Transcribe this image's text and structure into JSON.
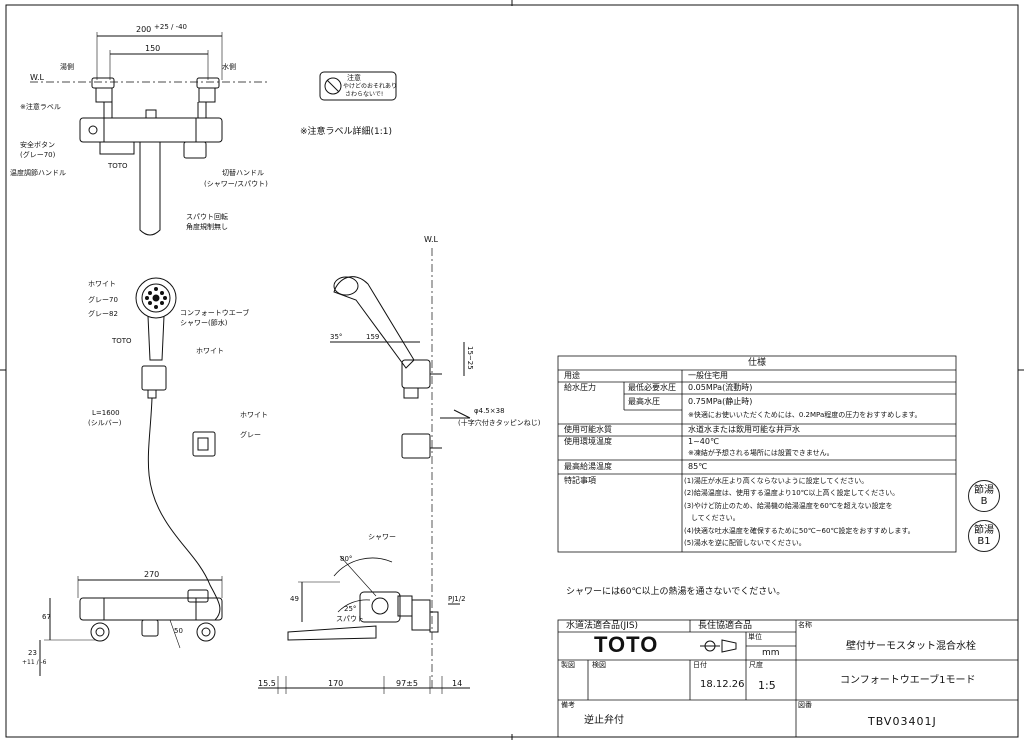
{
  "top_view": {
    "wl": "W.L",
    "dim_200": "200",
    "dim_200_tol": "+25 / -40",
    "dim_150": "150",
    "hot_side": "湯側",
    "cold_side": "水側",
    "caution_label": "※注意ラベル",
    "safety_button": "安全ボタン",
    "safety_button_color": "(グレー70)",
    "temp_handle": "温度調節ハンドル",
    "brand_small": "TOTO",
    "switch_handle": "切替ハンドル",
    "switch_handle_sub": "(シャワー/スパウト)",
    "spout_rotation": "スパウト回転",
    "spout_rotation_sub": "角度規制無し"
  },
  "label_detail": {
    "heading": "※注意ラベル詳細(1:1)",
    "label_title": "注意",
    "label_line1": "やけどのおそれあり",
    "label_line2": "さわらないで!"
  },
  "shower_head": {
    "white": "ホワイト",
    "grey70": "グレー70",
    "grey82": "グレー82",
    "comfort_wave": "コンフォートウエーブ",
    "comfort_wave_sub": "シャワー(節水)",
    "brand": "TOTO",
    "white2": "ホワイト",
    "hose_length": "L=1600",
    "hose_color": "(シルバー)"
  },
  "holder_detail": {
    "white": "ホワイト",
    "grey": "グレー"
  },
  "side_view": {
    "wl": "W.L",
    "angle_35": "35°",
    "dim_159": "159",
    "dim_15_25": "15~25",
    "screw": "φ4.5×38",
    "screw_sub": "(十字穴付きタッピンねじ)",
    "shower": "シャワー",
    "angle_80": "80°",
    "angle_25": "25°",
    "spout": "スパウト",
    "dim_49": "49",
    "pj": "PJ1/2"
  },
  "front_view": {
    "dim_270": "270",
    "dim_67": "67",
    "dim_23": "23",
    "dim_23_tol": "+11 / -6",
    "dim_50": "50"
  },
  "bottom_dims": {
    "d1": "15.5",
    "d2": "170",
    "d3": "97±5",
    "d4": "14"
  },
  "spec_table": {
    "title": "仕様",
    "rows": [
      {
        "label": "用途",
        "sub": "",
        "value": "一般住宅用"
      },
      {
        "label": "給水圧力",
        "sub": "最低必要水圧",
        "value": "0.05MPa(流動時)"
      },
      {
        "label": "",
        "sub": "最高水圧",
        "value": "0.75MPa(静止時)"
      },
      {
        "label": "",
        "sub": "",
        "value": "※快適にお使いいただくためには、0.2MPa程度の圧力をおすすめします。"
      },
      {
        "label": "使用可能水質",
        "sub": "",
        "value": "水道水または飲用可能な井戸水"
      },
      {
        "label": "使用環境温度",
        "sub": "",
        "value": "1~40℃"
      },
      {
        "label": "",
        "sub": "",
        "value": "※凍結が予想される場所には設置できません。"
      },
      {
        "label": "最高給湯温度",
        "sub": "",
        "value": "85℃"
      }
    ],
    "notes_label": "特記事項",
    "notes": [
      "(1)湯圧が水圧より高くならないように設定してください。",
      "(2)給湯温度は、使用する温度より10℃以上高く設定してください。",
      "(3)やけど防止のため、給湯機の給湯温度を60℃を超えない設定を",
      "　してください。",
      "(4)快適な吐水温度を確保するために50℃~60℃設定をおすすめします。",
      "(5)湯水を逆に配管しないでください。"
    ]
  },
  "setsu_marks": [
    {
      "top": "節湯",
      "bottom": "B"
    },
    {
      "top": "節湯",
      "bottom": "B1"
    }
  ],
  "warning_note": "シャワーには60℃以上の熱湯を通さないでください。",
  "title_block": {
    "cert1": "水道法適合品(JIS)",
    "cert2": "長住協適合品",
    "brand": "TOTO",
    "unit_label": "単位",
    "unit": "mm",
    "name_label": "名称",
    "name": "壁付サーモスタット混合水栓",
    "made_label": "製図",
    "check_label": "検図",
    "date_label": "日付",
    "date": "18.12.26",
    "scale_label": "尺度",
    "scale": "1:5",
    "model_name": "コンフォートウエーブ1モード",
    "remarks_label": "備考",
    "remarks": "逆止弁付",
    "drawing_no_label": "図番",
    "drawing_no": "TBV03401J"
  }
}
